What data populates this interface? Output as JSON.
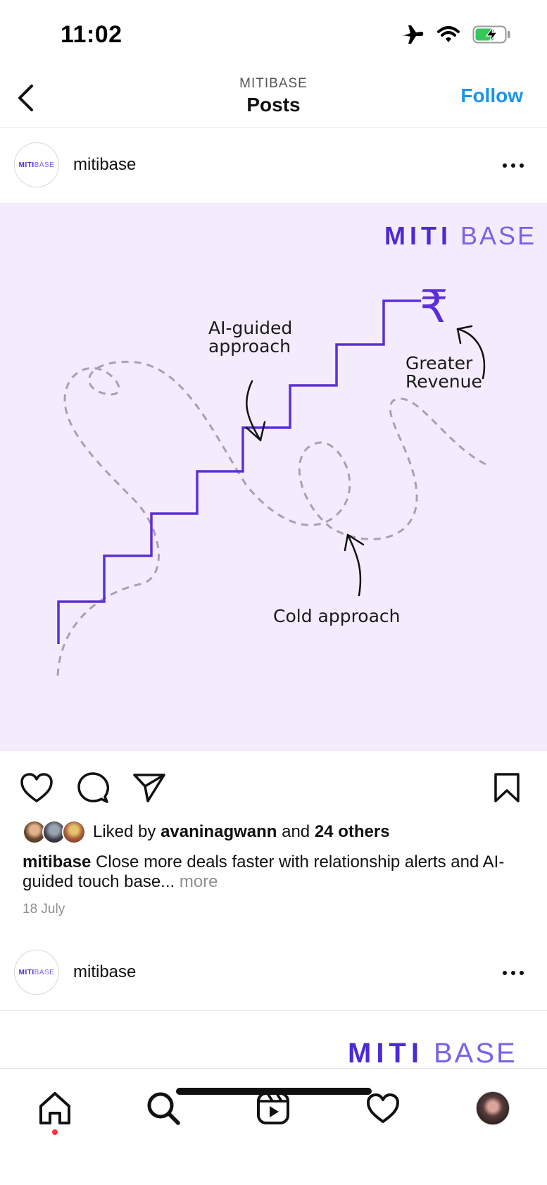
{
  "status_bar": {
    "time": "11:02"
  },
  "header": {
    "subtitle": "MITIBASE",
    "title": "Posts",
    "follow_label": "Follow"
  },
  "posts": [
    {
      "username": "mitibase",
      "avatar_logo_m": "MITI",
      "avatar_logo_b": "BASE",
      "image": {
        "brand_logo_m": "MITI",
        "brand_logo_b": "BASE",
        "label_ai_line1": "AI-guided",
        "label_ai_line2": "approach",
        "label_revenue_line1": "Greater",
        "label_revenue_line2": "Revenue",
        "label_cold": "Cold approach",
        "currency_symbol": "₹",
        "colors": {
          "background": "#f4ecfc",
          "stairs": "#5b2ed8",
          "dashed": "#a9a0b3",
          "brand": "#4b2bd6"
        }
      },
      "likes": {
        "prefix": "Liked by",
        "user": "avaninagwann",
        "conjunction": "and",
        "others": "24 others"
      },
      "caption": {
        "user": "mitibase",
        "text": "Close more deals faster with relationship alerts and AI-guided touch base...",
        "more": "more"
      },
      "date": "18 July"
    },
    {
      "username": "mitibase",
      "avatar_logo_m": "MITI",
      "avatar_logo_b": "BASE",
      "image": {
        "brand_logo_m": "MITI",
        "brand_logo_b": "BASE"
      }
    }
  ],
  "tab_bar": {
    "items": [
      "home-icon",
      "search-icon",
      "reels-icon",
      "heart-icon",
      "profile-avatar"
    ]
  }
}
